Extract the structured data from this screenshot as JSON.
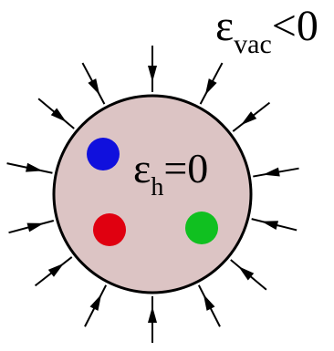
{
  "labels": {
    "vacuum": {
      "symbol": "ε",
      "subscript": "vac",
      "relation": "<0"
    },
    "hadron": {
      "symbol": "ε",
      "subscript": "h",
      "relation": "=0"
    }
  },
  "quarks": [
    {
      "color": "#1010dd"
    },
    {
      "color": "#e00010"
    },
    {
      "color": "#10c020"
    }
  ],
  "colors": {
    "bag_fill": "#dcc4c4",
    "bag_stroke": "#000000",
    "arrow": "#000000"
  }
}
